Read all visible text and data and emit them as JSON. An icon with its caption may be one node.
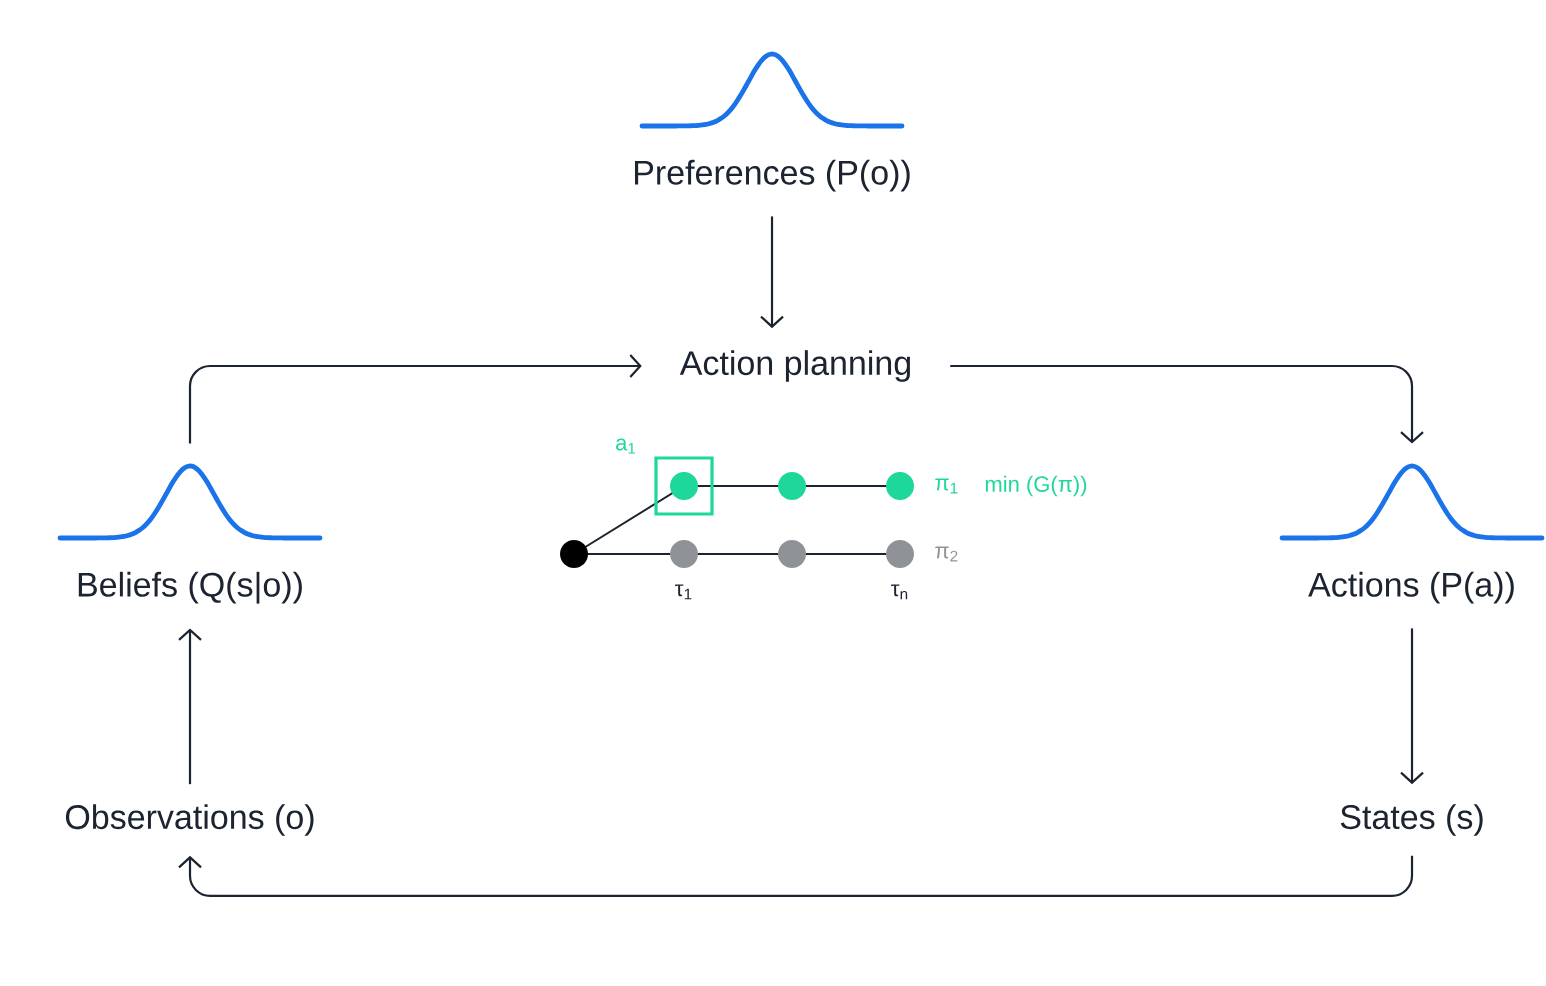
{
  "diagram": {
    "nodes": [
      {
        "text": [
          "Preferences (P(o))"
        ]
      },
      {
        "text": [
          "Action planning"
        ]
      },
      {
        "text": [
          "Beliefs (Q(s|o))"
        ]
      },
      {
        "text": [
          "Actions (P(a))"
        ]
      },
      {
        "text": [
          "Observations (o)"
        ]
      },
      {
        "text": [
          "States (s)"
        ]
      }
    ],
    "edges": [
      {
        "from": 0,
        "to": 1,
        "arrow": "to"
      },
      {
        "from": 2,
        "to": 1,
        "arrow": "to"
      },
      {
        "from": 1,
        "to": 3,
        "arrow": "to"
      },
      {
        "from": 3,
        "to": 5,
        "arrow": "to"
      },
      {
        "from": 5,
        "to": 4,
        "arrow": "to"
      },
      {
        "from": 4,
        "to": 2,
        "arrow": "to"
      }
    ],
    "labels": [
      "a$_{1}$",
      "π$_{1}$",
      "min (G(π))",
      "π$_{2}$",
      "τ$_{1}$",
      "τ$_{n}$"
    ]
  }
}
